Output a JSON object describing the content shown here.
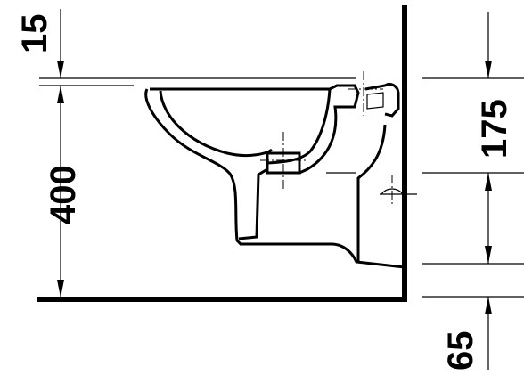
{
  "dimensions": {
    "rim_offset": "15",
    "rim_height": "400",
    "outlet_height": "175",
    "floor_offset": "65"
  }
}
